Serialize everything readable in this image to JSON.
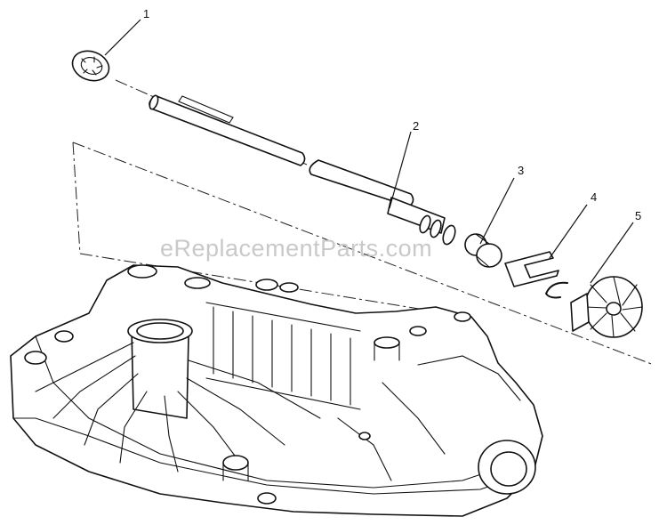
{
  "watermark": "eReplacementParts.com",
  "callouts": [
    {
      "id": "1",
      "part": "bearing"
    },
    {
      "id": "2",
      "part": "axle-shaft"
    },
    {
      "id": "3",
      "part": "bushing"
    },
    {
      "id": "4",
      "part": "retaining-clip"
    },
    {
      "id": "5",
      "part": "bevel-gear"
    }
  ],
  "colors": {
    "ink": "#111111",
    "paper": "#ffffff",
    "watermark": "#c9c9c9"
  }
}
